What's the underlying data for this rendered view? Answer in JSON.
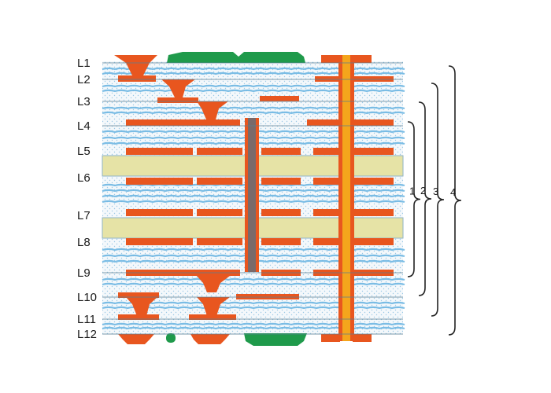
{
  "diagram": {
    "layer_labels": [
      "L1",
      "L2",
      "L3",
      "L4",
      "L5",
      "L6",
      "L7",
      "L8",
      "L9",
      "L10",
      "L11",
      "L12"
    ],
    "brace_labels": [
      "1",
      "2",
      "3",
      "4"
    ],
    "colors": {
      "copper": "#e8561f",
      "prepreg_dots": "#a9d2ec",
      "prepreg_bg": "#f4f8fb",
      "glass_weave": "#6fb7e3",
      "core": "#e6e3a6",
      "core_border": "#8fb3c5",
      "through_via_fill": "#f4a51c",
      "buried_via_fill": "#7a6a6a",
      "solder_mask": "#1f9a4b",
      "line": "#555555"
    }
  }
}
